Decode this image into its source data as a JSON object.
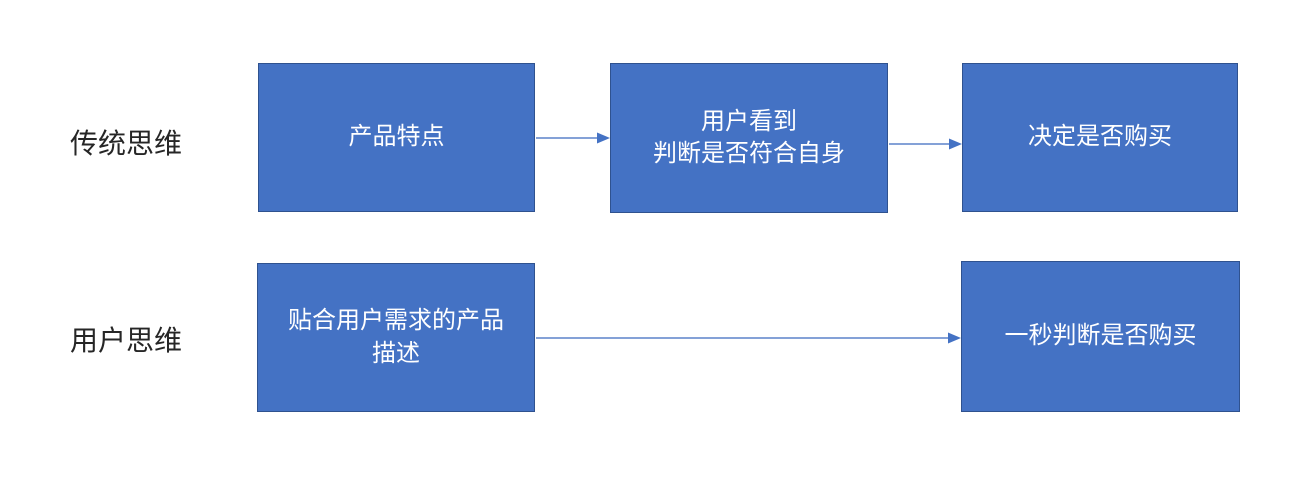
{
  "diagram": {
    "rows": [
      {
        "label": "传统思维",
        "boxes": [
          "产品特点",
          "用户看到\n判断是否符合自身",
          "决定是否购买"
        ]
      },
      {
        "label": "用户思维",
        "boxes": [
          "贴合用户需求的产品\n描述",
          "一秒判断是否购买"
        ]
      }
    ],
    "colors": {
      "box_fill": "#4472C4",
      "box_border": "#2F528F",
      "arrow": "#4472C4",
      "box_text": "#FFFFFF",
      "label_text": "#262626",
      "background": "#FFFFFF"
    }
  }
}
